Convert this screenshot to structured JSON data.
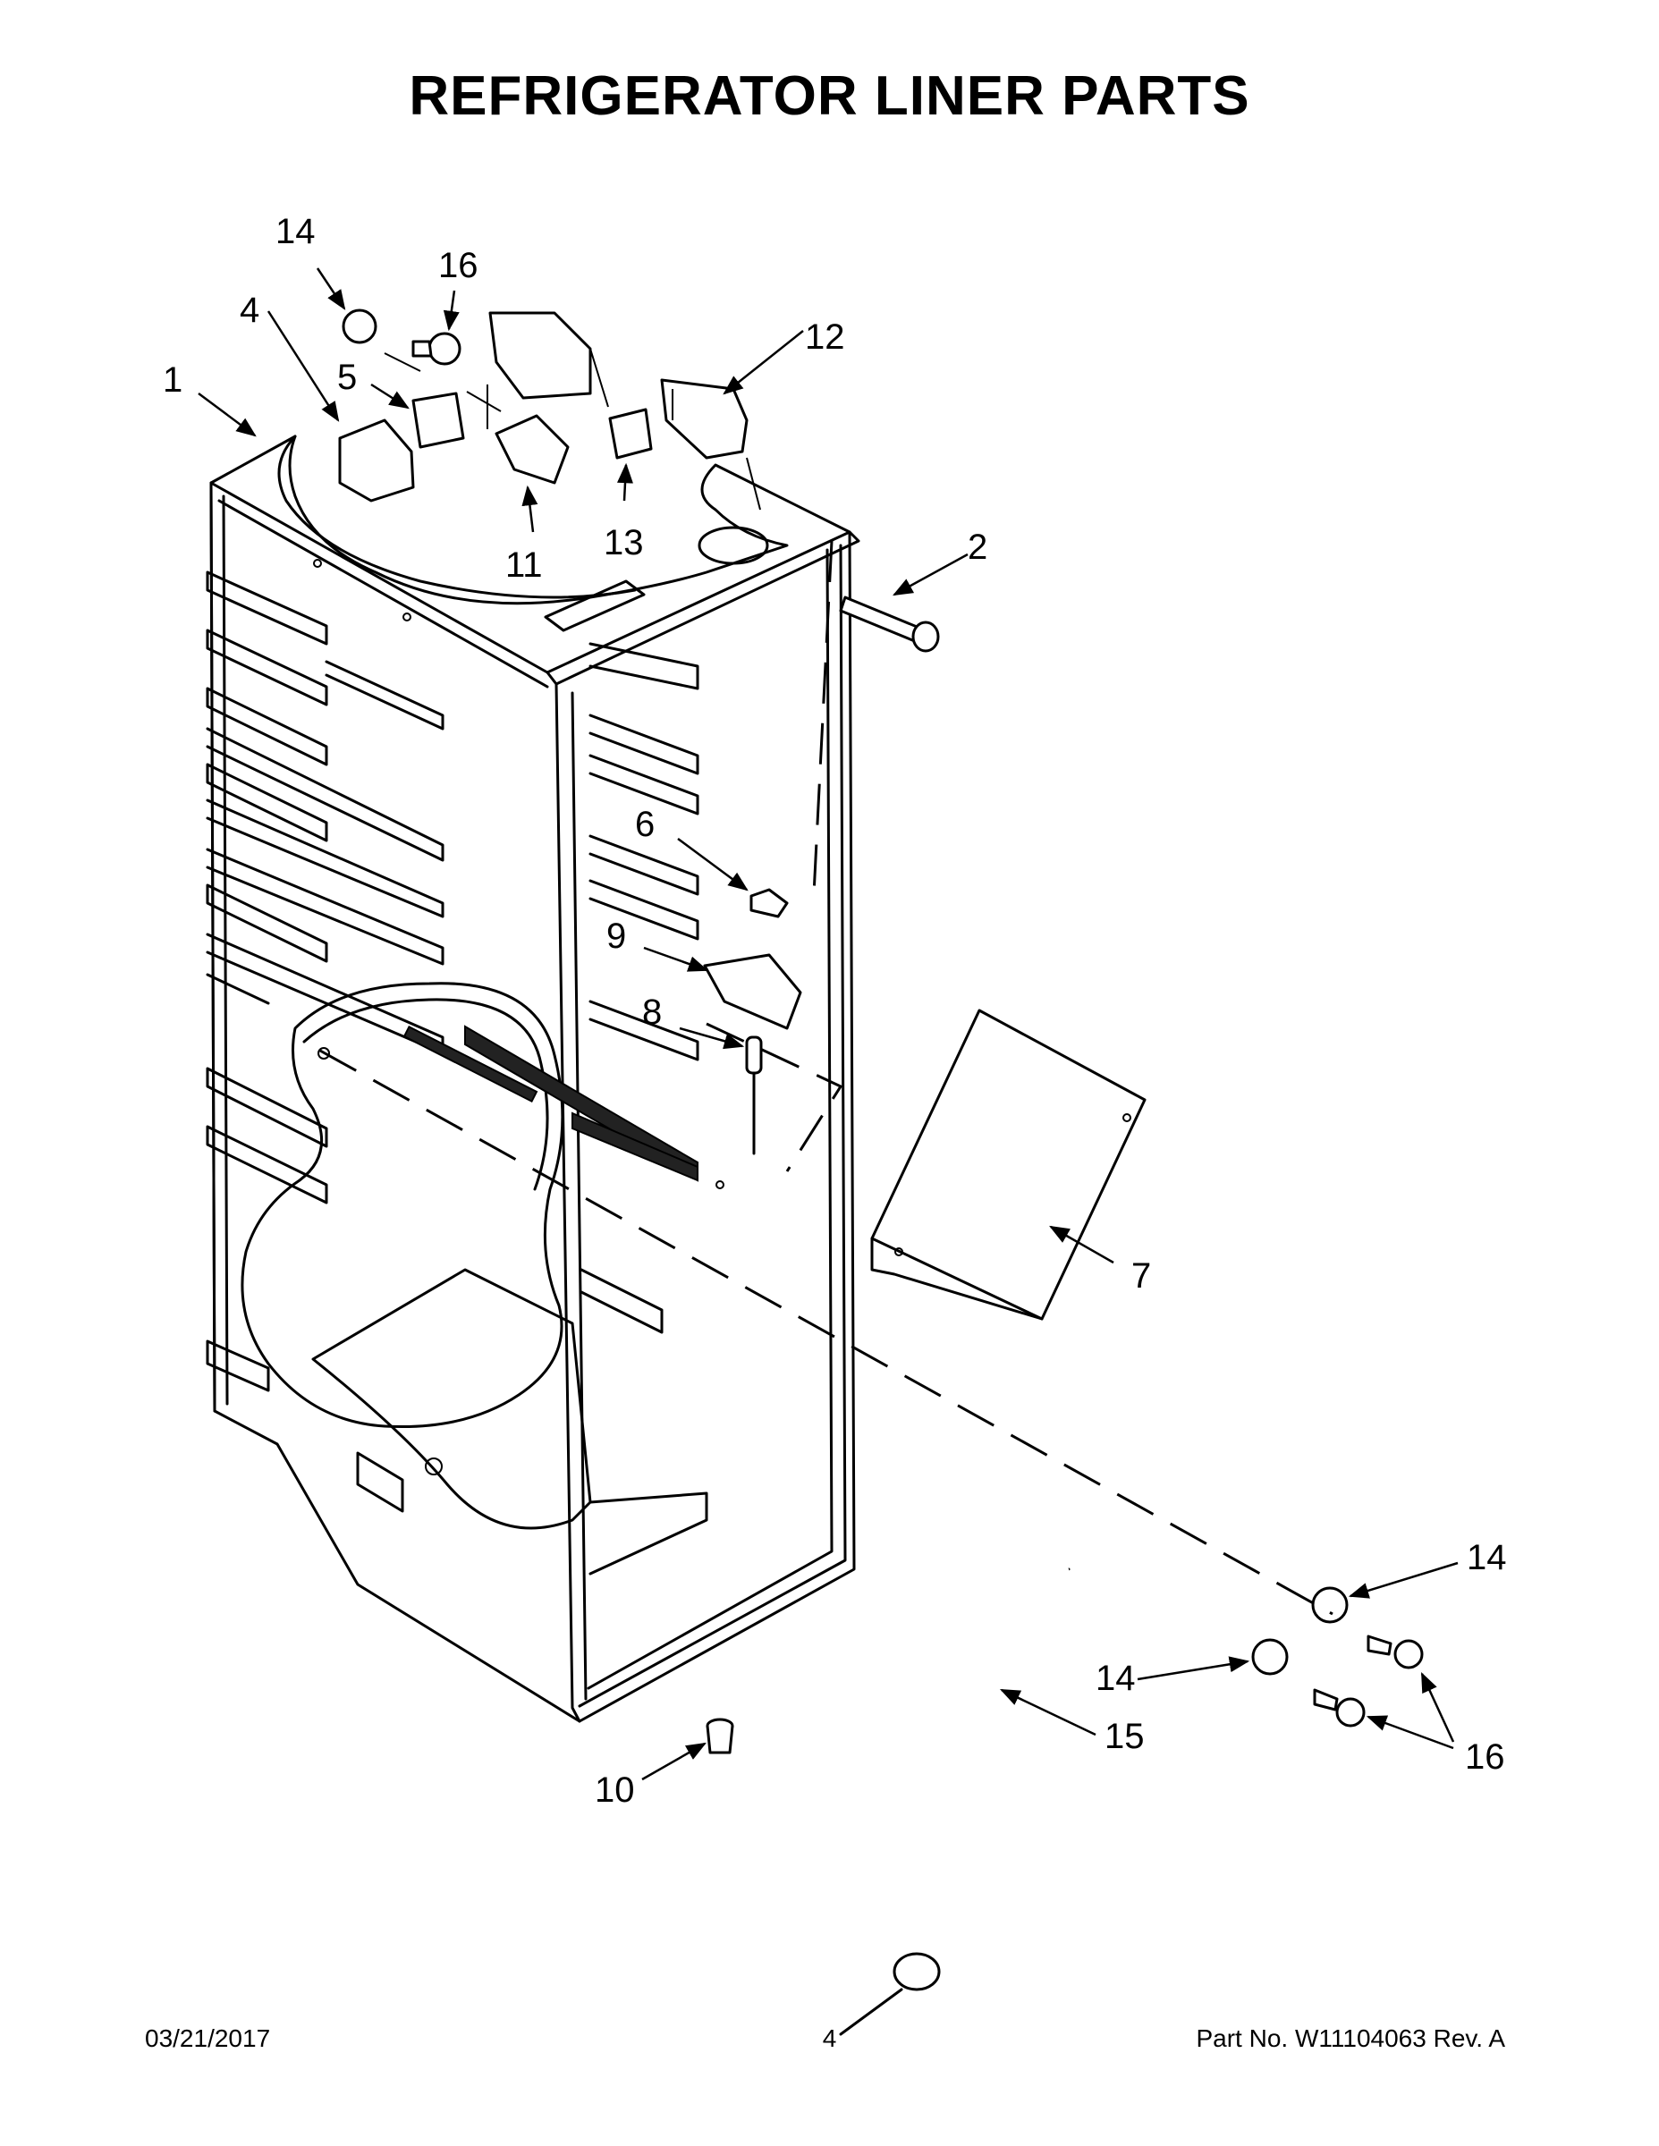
{
  "title": "REFRIGERATOR LINER PARTS",
  "callouts": [
    "1",
    "2",
    "4",
    "5",
    "6",
    "7",
    "8",
    "9",
    "10",
    "11",
    "12",
    "13",
    "14",
    "14",
    "14",
    "15",
    "16",
    "16"
  ],
  "footer": {
    "date": "03/21/2017",
    "page": "4",
    "part_no": "Part No.  W11104063  Rev.  A"
  }
}
